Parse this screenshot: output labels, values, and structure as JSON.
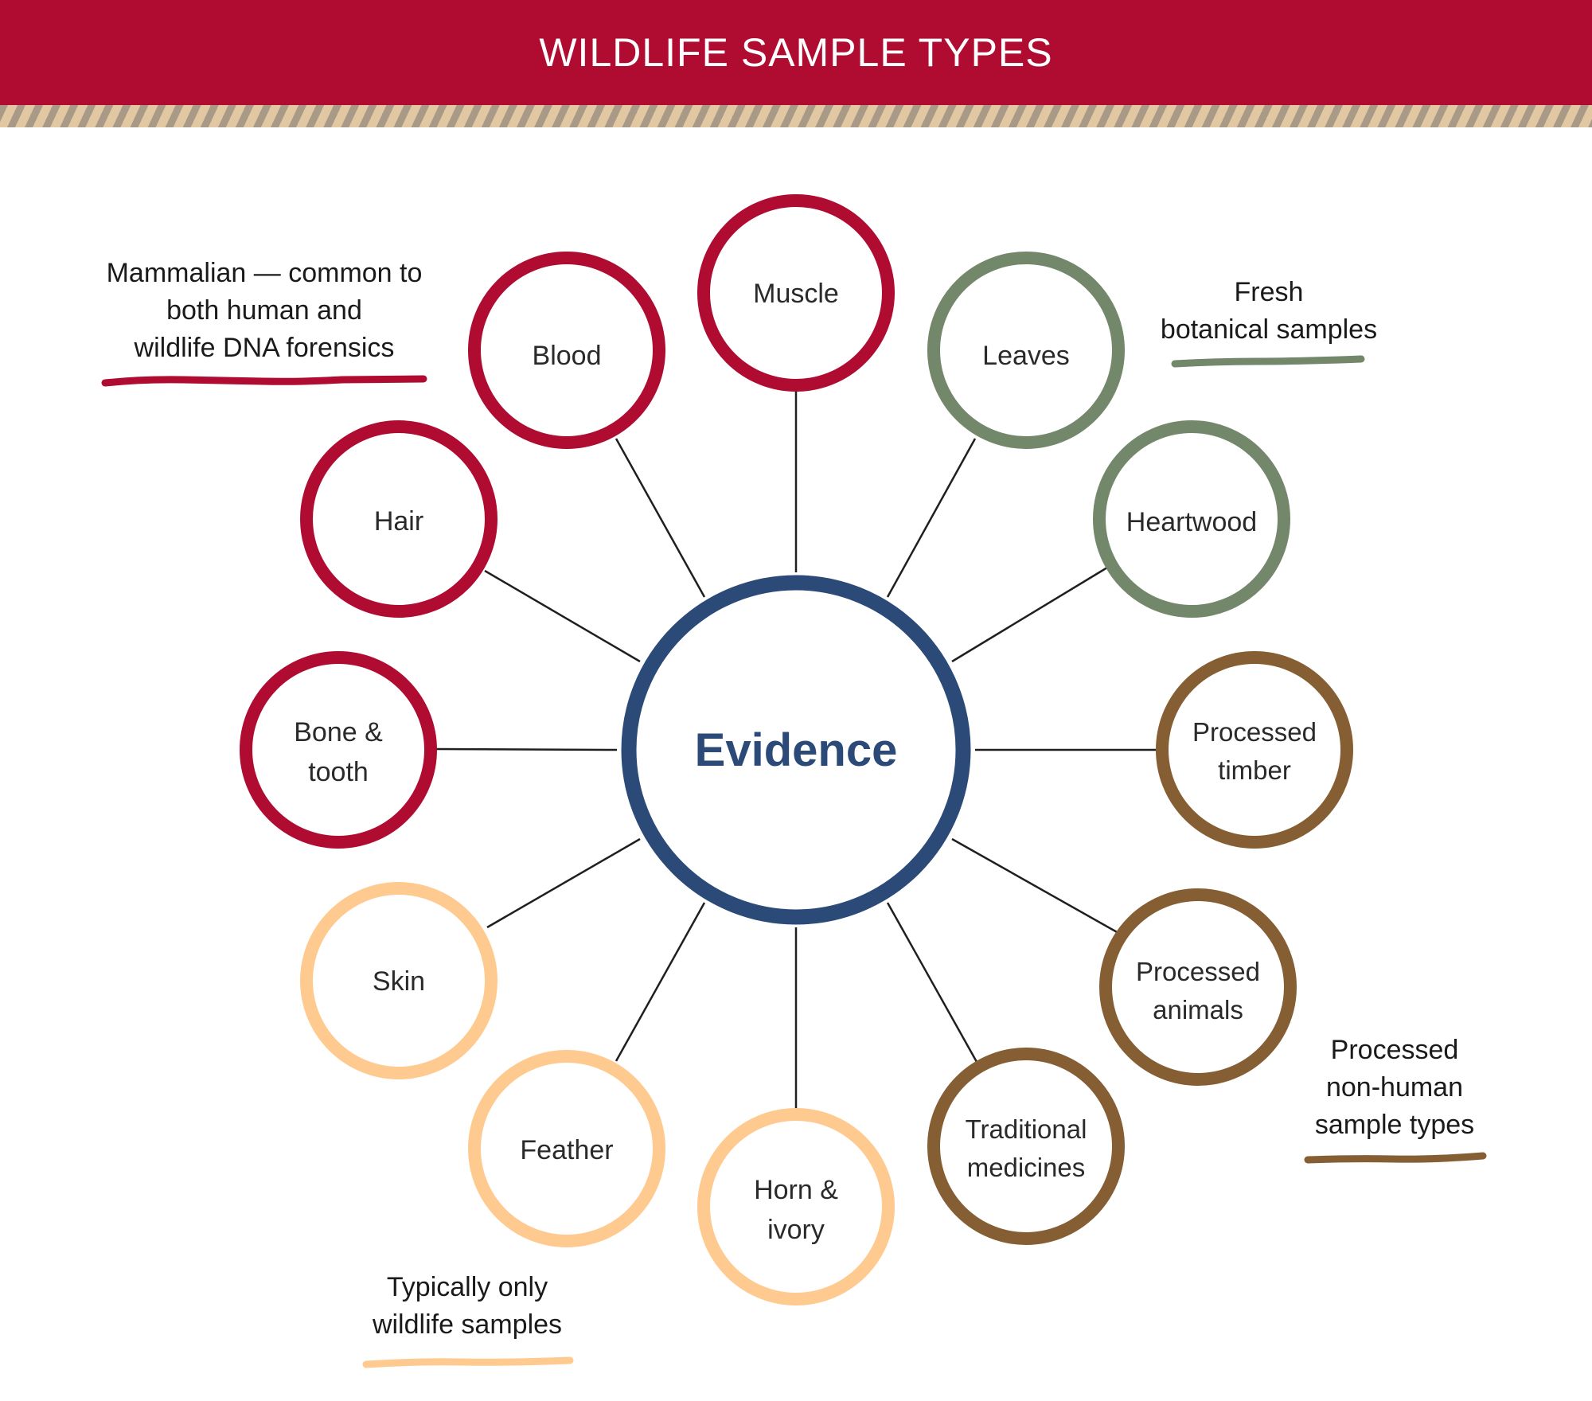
{
  "title": "WILDLIFE SAMPLE TYPES",
  "center": {
    "label": "Evidence"
  },
  "colors": {
    "banner": "#B00B30",
    "mammalian": "#B00B30",
    "botanical": "#73876A",
    "processed": "#865E33",
    "wildlife": "#FFCA8F",
    "center": "#2B4A78"
  },
  "nodes": [
    {
      "label": "Muscle",
      "group": "mammalian"
    },
    {
      "label": "Leaves",
      "group": "botanical"
    },
    {
      "label": "Heartwood",
      "group": "botanical"
    },
    {
      "label": "Processed timber",
      "group": "processed"
    },
    {
      "label": "Processed animals",
      "group": "processed"
    },
    {
      "label": "Traditional medicines",
      "group": "processed"
    },
    {
      "label": "Horn & ivory",
      "group": "wildlife"
    },
    {
      "label": "Feather",
      "group": "wildlife"
    },
    {
      "label": "Skin",
      "group": "wildlife"
    },
    {
      "label": "Bone & tooth",
      "group": "mammalian"
    },
    {
      "label": "Hair",
      "group": "mammalian"
    },
    {
      "label": "Blood",
      "group": "mammalian"
    }
  ],
  "notes": {
    "mammalian": "Mammalian — common to both human and wildlife DNA forensics",
    "botanical": "Fresh botanical samples",
    "processed": "Processed non-human sample types",
    "wildlife": "Typically only wildlife samples"
  }
}
